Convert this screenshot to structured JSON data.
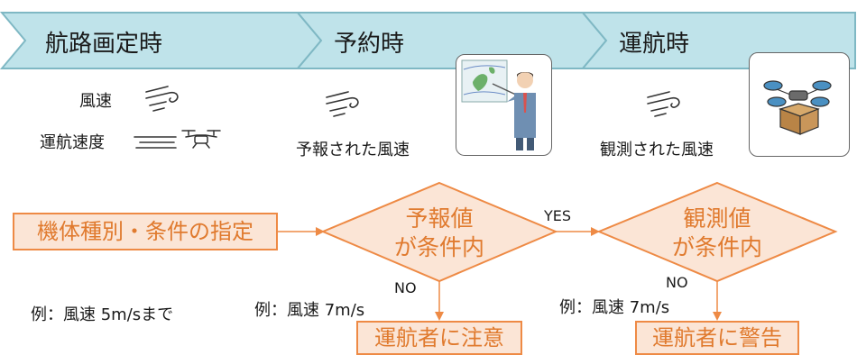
{
  "phases": [
    {
      "label": "航路画定時"
    },
    {
      "label": "予約時"
    },
    {
      "label": "運航時"
    }
  ],
  "phase1": {
    "wind_label": "風速",
    "drone_speed_label": "運航速度"
  },
  "phase2": {
    "caption": "予報された風速"
  },
  "phase3": {
    "caption": "観測された風速"
  },
  "flow": {
    "start_box": "機体種別・条件の指定",
    "decision1": {
      "line1": "予報値",
      "line2": "が条件内"
    },
    "decision2": {
      "line1": "観測値",
      "line2": "が条件内"
    },
    "yes_label": "YES",
    "no_label_1": "NO",
    "no_label_2": "NO",
    "outcome1": "運航者に注意",
    "outcome2": "運航者に警告"
  },
  "examples": {
    "ex1": "例：風速 5m/sまで",
    "ex2": "例：風速 7m/s",
    "ex3": "例：風速 7m/s"
  },
  "colors": {
    "chevron_fill": "#bfe3ea",
    "chevron_stroke": "#7fb8c4",
    "flow_orange": "#ee8a45",
    "flow_fill": "#fbe5d6"
  },
  "icons": [
    "wind-icon",
    "speed-lines-icon",
    "drone-icon",
    "forecaster-icon",
    "drone-package-icon"
  ]
}
